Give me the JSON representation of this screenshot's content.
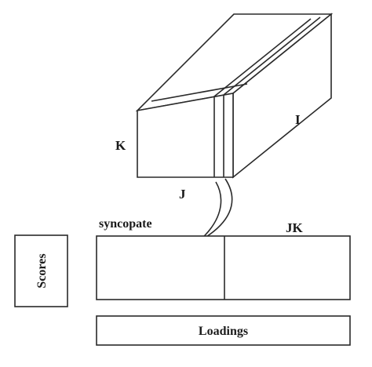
{
  "diagram": {
    "cube_labels": {
      "i": "I",
      "j": "J",
      "k": "K"
    },
    "syncopate_label": "syncopate",
    "unfolded_label": "JK",
    "scores_label": "Scores",
    "loadings_label": "Loadings"
  }
}
